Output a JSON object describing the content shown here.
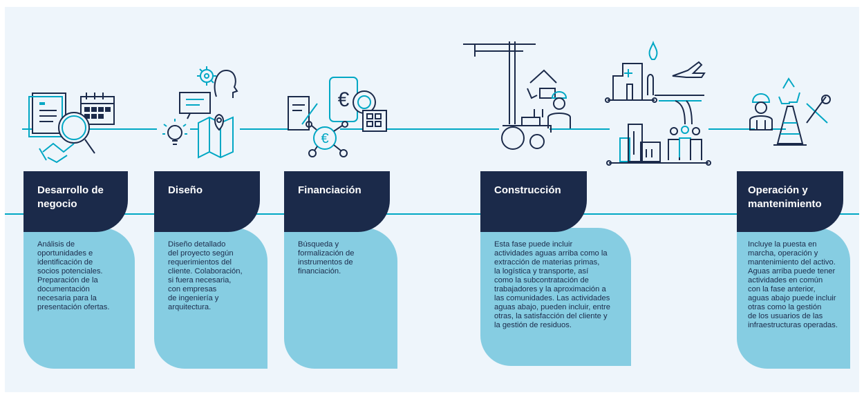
{
  "stages": [
    {
      "title": "Desarrollo de\nnegocio",
      "description": "Análisis de\noportunidades e\nidentificación de\nsocios potenciales.\nPreparación de la\ndocumentación\nnecesaria para la\npresentación ofertas."
    },
    {
      "title": "Diseño",
      "description": "Diseño detallado\ndel proyecto según\nrequerimientos del\ncliente. Colaboración,\nsi fuera necesaria,\ncon empresas\nde ingeniería y\narquitectura."
    },
    {
      "title": "Financiación",
      "description": "Búsqueda y\nformalización de\ninstrumentos de\nfinanciación."
    },
    {
      "title": "Construcción",
      "description": "Esta fase puede incluir\nactividades aguas arriba como la\nextracción de materias primas,\nla logística y transporte, así\ncomo la subcontratación de\ntrabajadores y la aproximación a\nlas comunidades. Las actividades\naguas abajo, pueden incluir, entre\notras, la satisfacción del cliente y\nla gestión de residuos."
    },
    {
      "title": "Operación y\nmantenimiento",
      "description": "Incluye la puesta en\nmarcha, operación y\nmantenimiento del activo.\nAguas arriba puede tener\nactividades en común\ncon la fase anterior,\naguas abajo puede incluir\notras como la gestión\nde los usuarios de las\ninfraestructuras operadas."
    }
  ],
  "colors": {
    "navy": "#1b2a4a",
    "teal": "#00a7c4",
    "light_blue": "#86cde2",
    "background": "#eef5fb"
  },
  "icons": [
    "document-icon",
    "magnifier-icon",
    "calendar-icon",
    "handshake-icon",
    "lightbulb-icon",
    "presentation-icon",
    "gear-icon",
    "head-icon",
    "map-icon",
    "contract-icon",
    "euro-icon",
    "calculator-icon",
    "crane-icon",
    "excavator-icon",
    "worker-icon",
    "truck-icon",
    "hospital-icon",
    "water-drop-icon",
    "airplane-icon",
    "road-icon",
    "buildings-icon",
    "people-icon",
    "recycle-icon",
    "traffic-cone-icon",
    "tools-icon"
  ]
}
